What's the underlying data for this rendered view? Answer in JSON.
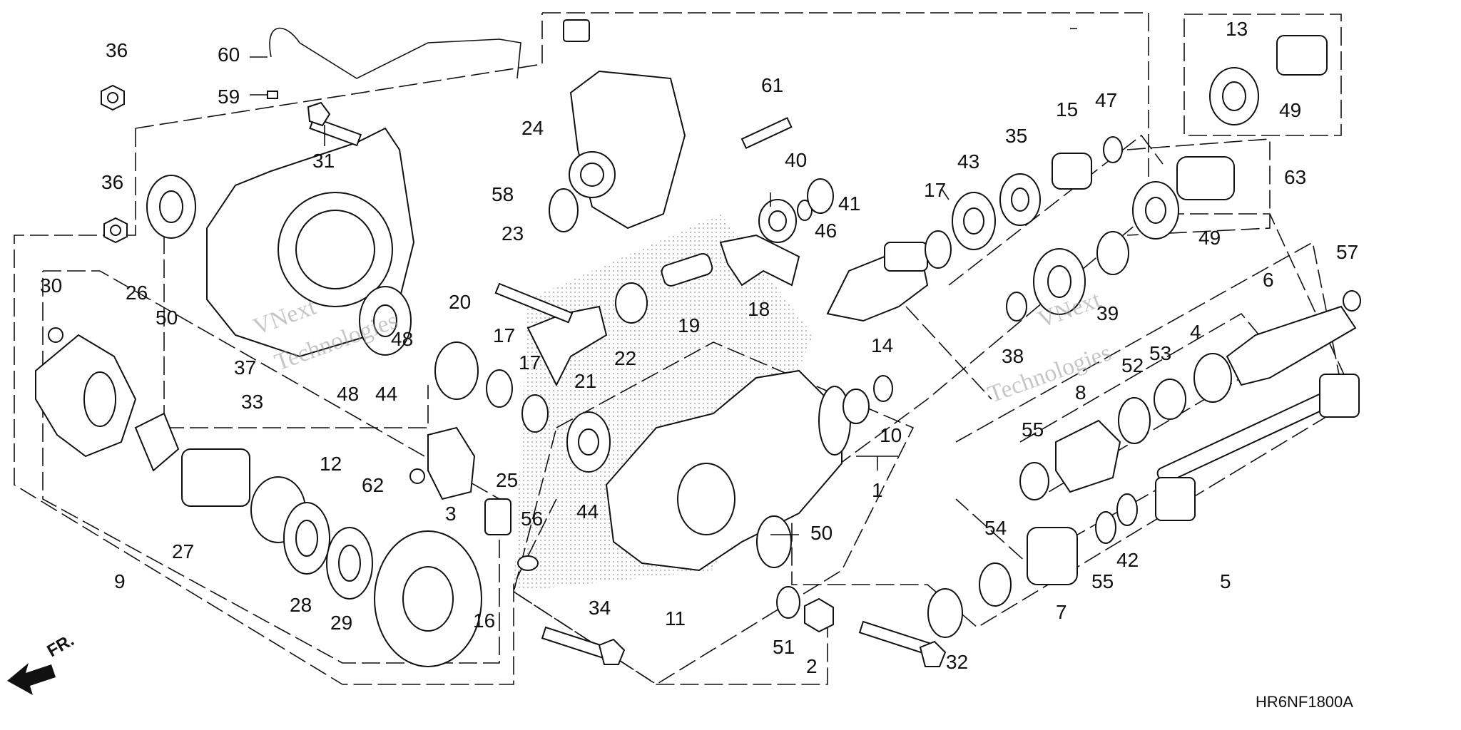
{
  "diagram": {
    "drawing_code": "HR6NF1800A",
    "front_arrow_label": "FR.",
    "watermark_lines": [
      "VNext",
      "Technologies"
    ],
    "callouts": [
      "36",
      "60",
      "59",
      "31",
      "36",
      "30",
      "26",
      "50",
      "48",
      "37",
      "33",
      "48",
      "44",
      "12",
      "27",
      "9",
      "28",
      "29",
      "16",
      "20",
      "17",
      "17",
      "21",
      "22",
      "19",
      "18",
      "23",
      "24",
      "58",
      "61",
      "40",
      "41",
      "46",
      "17",
      "43",
      "35",
      "15",
      "47",
      "13",
      "49",
      "63",
      "49",
      "14",
      "38",
      "39",
      "57",
      "6",
      "4",
      "53",
      "52",
      "8",
      "55",
      "10",
      "1",
      "62",
      "25",
      "3",
      "56",
      "44",
      "50",
      "11",
      "34",
      "51",
      "2",
      "32",
      "54",
      "55",
      "7",
      "42",
      "5"
    ]
  }
}
